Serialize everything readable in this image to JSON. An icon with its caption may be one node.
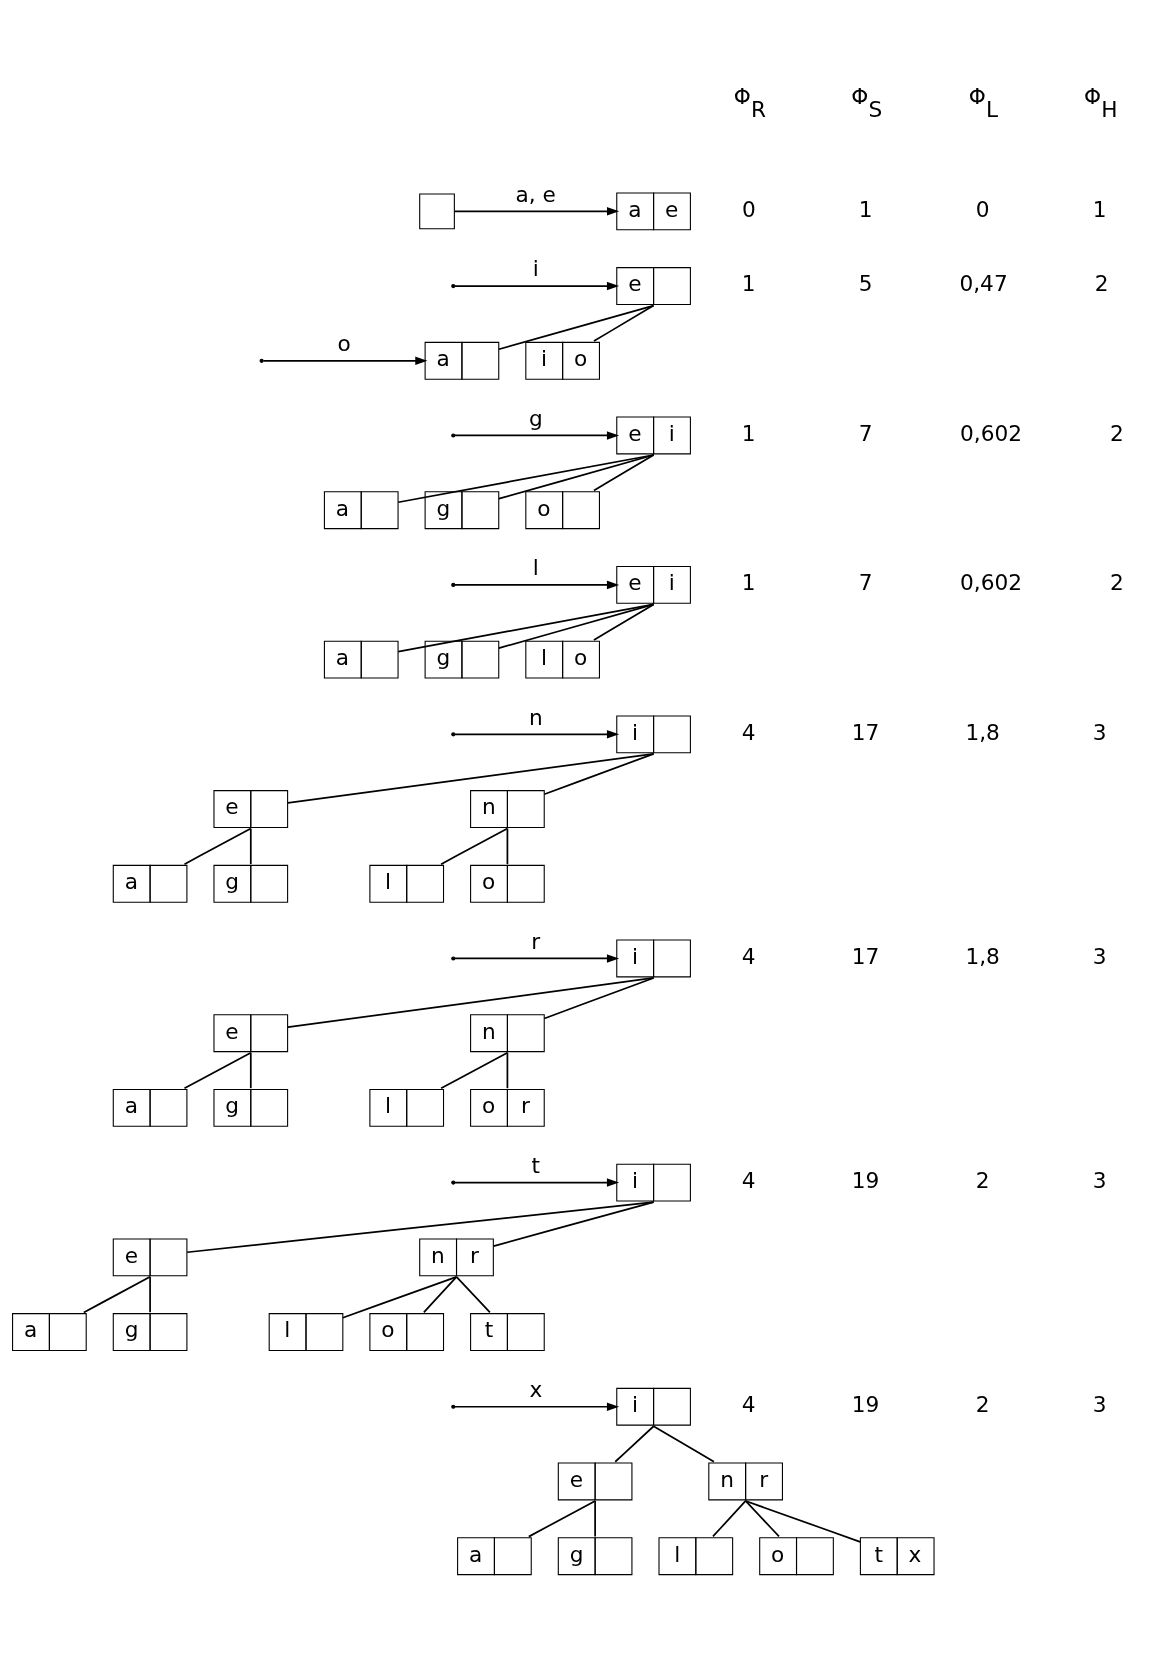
{
  "diagram": {
    "nodes": [
      {
        "text": [],
        "shape": "box"
      },
      {
        "text": [
          "a",
          "e"
        ]
      },
      {
        "text": [
          "e"
        ]
      },
      {
        "text": [
          "a"
        ]
      },
      {
        "text": [
          "i",
          "o"
        ]
      },
      {
        "text": [
          "e",
          "i"
        ]
      },
      {
        "text": [
          "a"
        ]
      },
      {
        "text": [
          "g"
        ]
      },
      {
        "text": [
          "o"
        ]
      },
      {
        "text": [
          "e",
          "i"
        ]
      },
      {
        "text": [
          "a"
        ]
      },
      {
        "text": [
          "g"
        ]
      },
      {
        "text": [
          "l",
          "o"
        ]
      },
      {
        "text": [
          "i"
        ]
      },
      {
        "text": [
          "e"
        ]
      },
      {
        "text": [
          "n"
        ]
      },
      {
        "text": [
          "a"
        ]
      },
      {
        "text": [
          "g"
        ]
      },
      {
        "text": [
          "l"
        ]
      },
      {
        "text": [
          "o"
        ]
      },
      {
        "text": [
          "i"
        ]
      },
      {
        "text": [
          "e"
        ]
      },
      {
        "text": [
          "n"
        ]
      },
      {
        "text": [
          "a"
        ]
      },
      {
        "text": [
          "g"
        ]
      },
      {
        "text": [
          "l"
        ]
      },
      {
        "text": [
          "o",
          "r"
        ]
      },
      {
        "text": [
          "i"
        ]
      },
      {
        "text": [
          "e"
        ]
      },
      {
        "text": [
          "n",
          "r"
        ]
      },
      {
        "text": [
          "a"
        ]
      },
      {
        "text": [
          "g"
        ]
      },
      {
        "text": [
          "l"
        ]
      },
      {
        "text": [
          "o"
        ]
      },
      {
        "text": [
          "t"
        ]
      },
      {
        "text": [
          "i"
        ]
      },
      {
        "text": [
          "e"
        ]
      },
      {
        "text": [
          "n",
          "r"
        ]
      },
      {
        "text": [
          "a"
        ]
      },
      {
        "text": [
          "g"
        ]
      },
      {
        "text": [
          "l"
        ]
      },
      {
        "text": [
          "o"
        ]
      },
      {
        "text": [
          "t",
          "x"
        ]
      }
    ],
    "edges": [
      {
        "from": 0,
        "to": 1,
        "arrow": "to",
        "label": "a, e"
      },
      {
        "from": null,
        "to": 2,
        "arrow": "to",
        "label": "i"
      },
      {
        "from": null,
        "to": 3,
        "arrow": "to",
        "label": "o"
      },
      {
        "from": 2,
        "to": 3,
        "arrow": "none"
      },
      {
        "from": 2,
        "to": 4,
        "arrow": "none"
      },
      {
        "from": null,
        "to": 5,
        "arrow": "to",
        "label": "g"
      },
      {
        "from": 5,
        "to": 6,
        "arrow": "none"
      },
      {
        "from": 5,
        "to": 7,
        "arrow": "none"
      },
      {
        "from": 5,
        "to": 8,
        "arrow": "none"
      },
      {
        "from": null,
        "to": 9,
        "arrow": "to",
        "label": "l"
      },
      {
        "from": 9,
        "to": 10,
        "arrow": "none"
      },
      {
        "from": 9,
        "to": 11,
        "arrow": "none"
      },
      {
        "from": 9,
        "to": 12,
        "arrow": "none"
      },
      {
        "from": null,
        "to": 13,
        "arrow": "to",
        "label": "n"
      },
      {
        "from": 13,
        "to": 14,
        "arrow": "none"
      },
      {
        "from": 13,
        "to": 15,
        "arrow": "none"
      },
      {
        "from": 14,
        "to": 16,
        "arrow": "none"
      },
      {
        "from": 14,
        "to": 17,
        "arrow": "none"
      },
      {
        "from": 15,
        "to": 18,
        "arrow": "none"
      },
      {
        "from": 15,
        "to": 19,
        "arrow": "none"
      },
      {
        "from": null,
        "to": 20,
        "arrow": "to",
        "label": "r"
      },
      {
        "from": 20,
        "to": 21,
        "arrow": "none"
      },
      {
        "from": 20,
        "to": 22,
        "arrow": "none"
      },
      {
        "from": 21,
        "to": 23,
        "arrow": "none"
      },
      {
        "from": 21,
        "to": 24,
        "arrow": "none"
      },
      {
        "from": 22,
        "to": 25,
        "arrow": "none"
      },
      {
        "from": 22,
        "to": 26,
        "arrow": "none"
      },
      {
        "from": null,
        "to": 27,
        "arrow": "to",
        "label": "t"
      },
      {
        "from": 27,
        "to": 28,
        "arrow": "none"
      },
      {
        "from": 27,
        "to": 29,
        "arrow": "none"
      },
      {
        "from": 28,
        "to": 30,
        "arrow": "none"
      },
      {
        "from": 28,
        "to": 31,
        "arrow": "none"
      },
      {
        "from": 29,
        "to": 32,
        "arrow": "none"
      },
      {
        "from": 29,
        "to": 33,
        "arrow": "none"
      },
      {
        "from": 29,
        "to": 34,
        "arrow": "none"
      },
      {
        "from": null,
        "to": 35,
        "arrow": "to",
        "label": "x"
      },
      {
        "from": 35,
        "to": 36,
        "arrow": "none"
      },
      {
        "from": 35,
        "to": 37,
        "arrow": "none"
      },
      {
        "from": 36,
        "to": 38,
        "arrow": "none"
      },
      {
        "from": 36,
        "to": 39,
        "arrow": "none"
      },
      {
        "from": 37,
        "to": 40,
        "arrow": "none"
      },
      {
        "from": 37,
        "to": 41,
        "arrow": "none"
      },
      {
        "from": 37,
        "to": 42,
        "arrow": "none"
      }
    ],
    "labels": [
      "Φ$_{R}$",
      "Φ$_{S}$",
      "Φ$_{L}$",
      "Φ$_{H}$",
      "0",
      "1",
      "0",
      "1",
      "1",
      "5",
      "0,47",
      "2",
      "1",
      "7",
      "0,602",
      "2",
      "1",
      "7",
      "0,602",
      "2",
      "4",
      "17",
      "1,8",
      "3",
      "4",
      "17",
      "1,8",
      "3",
      "4",
      "19",
      "2",
      "3",
      "4",
      "19",
      "2",
      "3"
    ]
  }
}
